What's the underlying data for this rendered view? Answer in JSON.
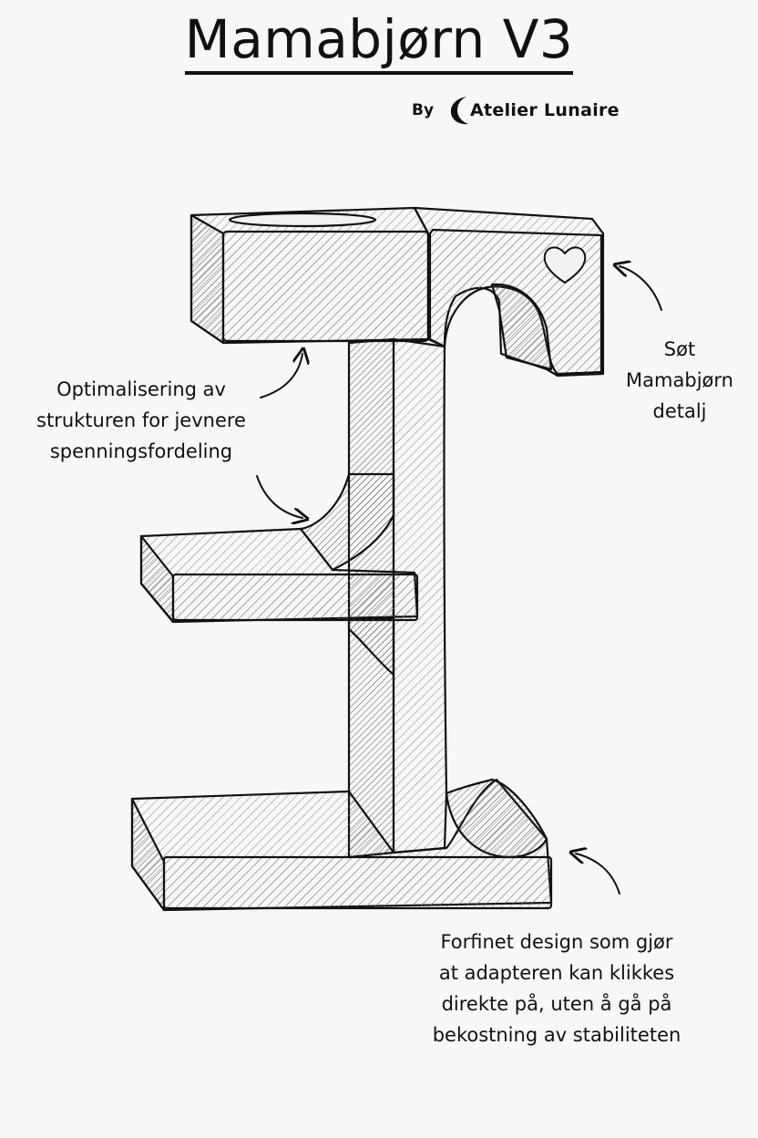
{
  "header": {
    "title": "Mamabjørn V3",
    "by": "By",
    "brand": "Atelier Lunaire"
  },
  "annotations": {
    "top_right": [
      "Søt",
      "Mamabjørn",
      "detalj"
    ],
    "left": [
      "Optimalisering av",
      "strukturen for jevnere",
      "spenningsfordeling"
    ],
    "bottom": [
      "Forfinet design som gjør",
      "at adapteren kan klikkes",
      "direkte på, uten å gå på",
      "bekostning av stabiliteten"
    ]
  },
  "colors": {
    "ink": "#111111",
    "paper": "#f7f7f6",
    "hatch": "#6b6b6b"
  }
}
